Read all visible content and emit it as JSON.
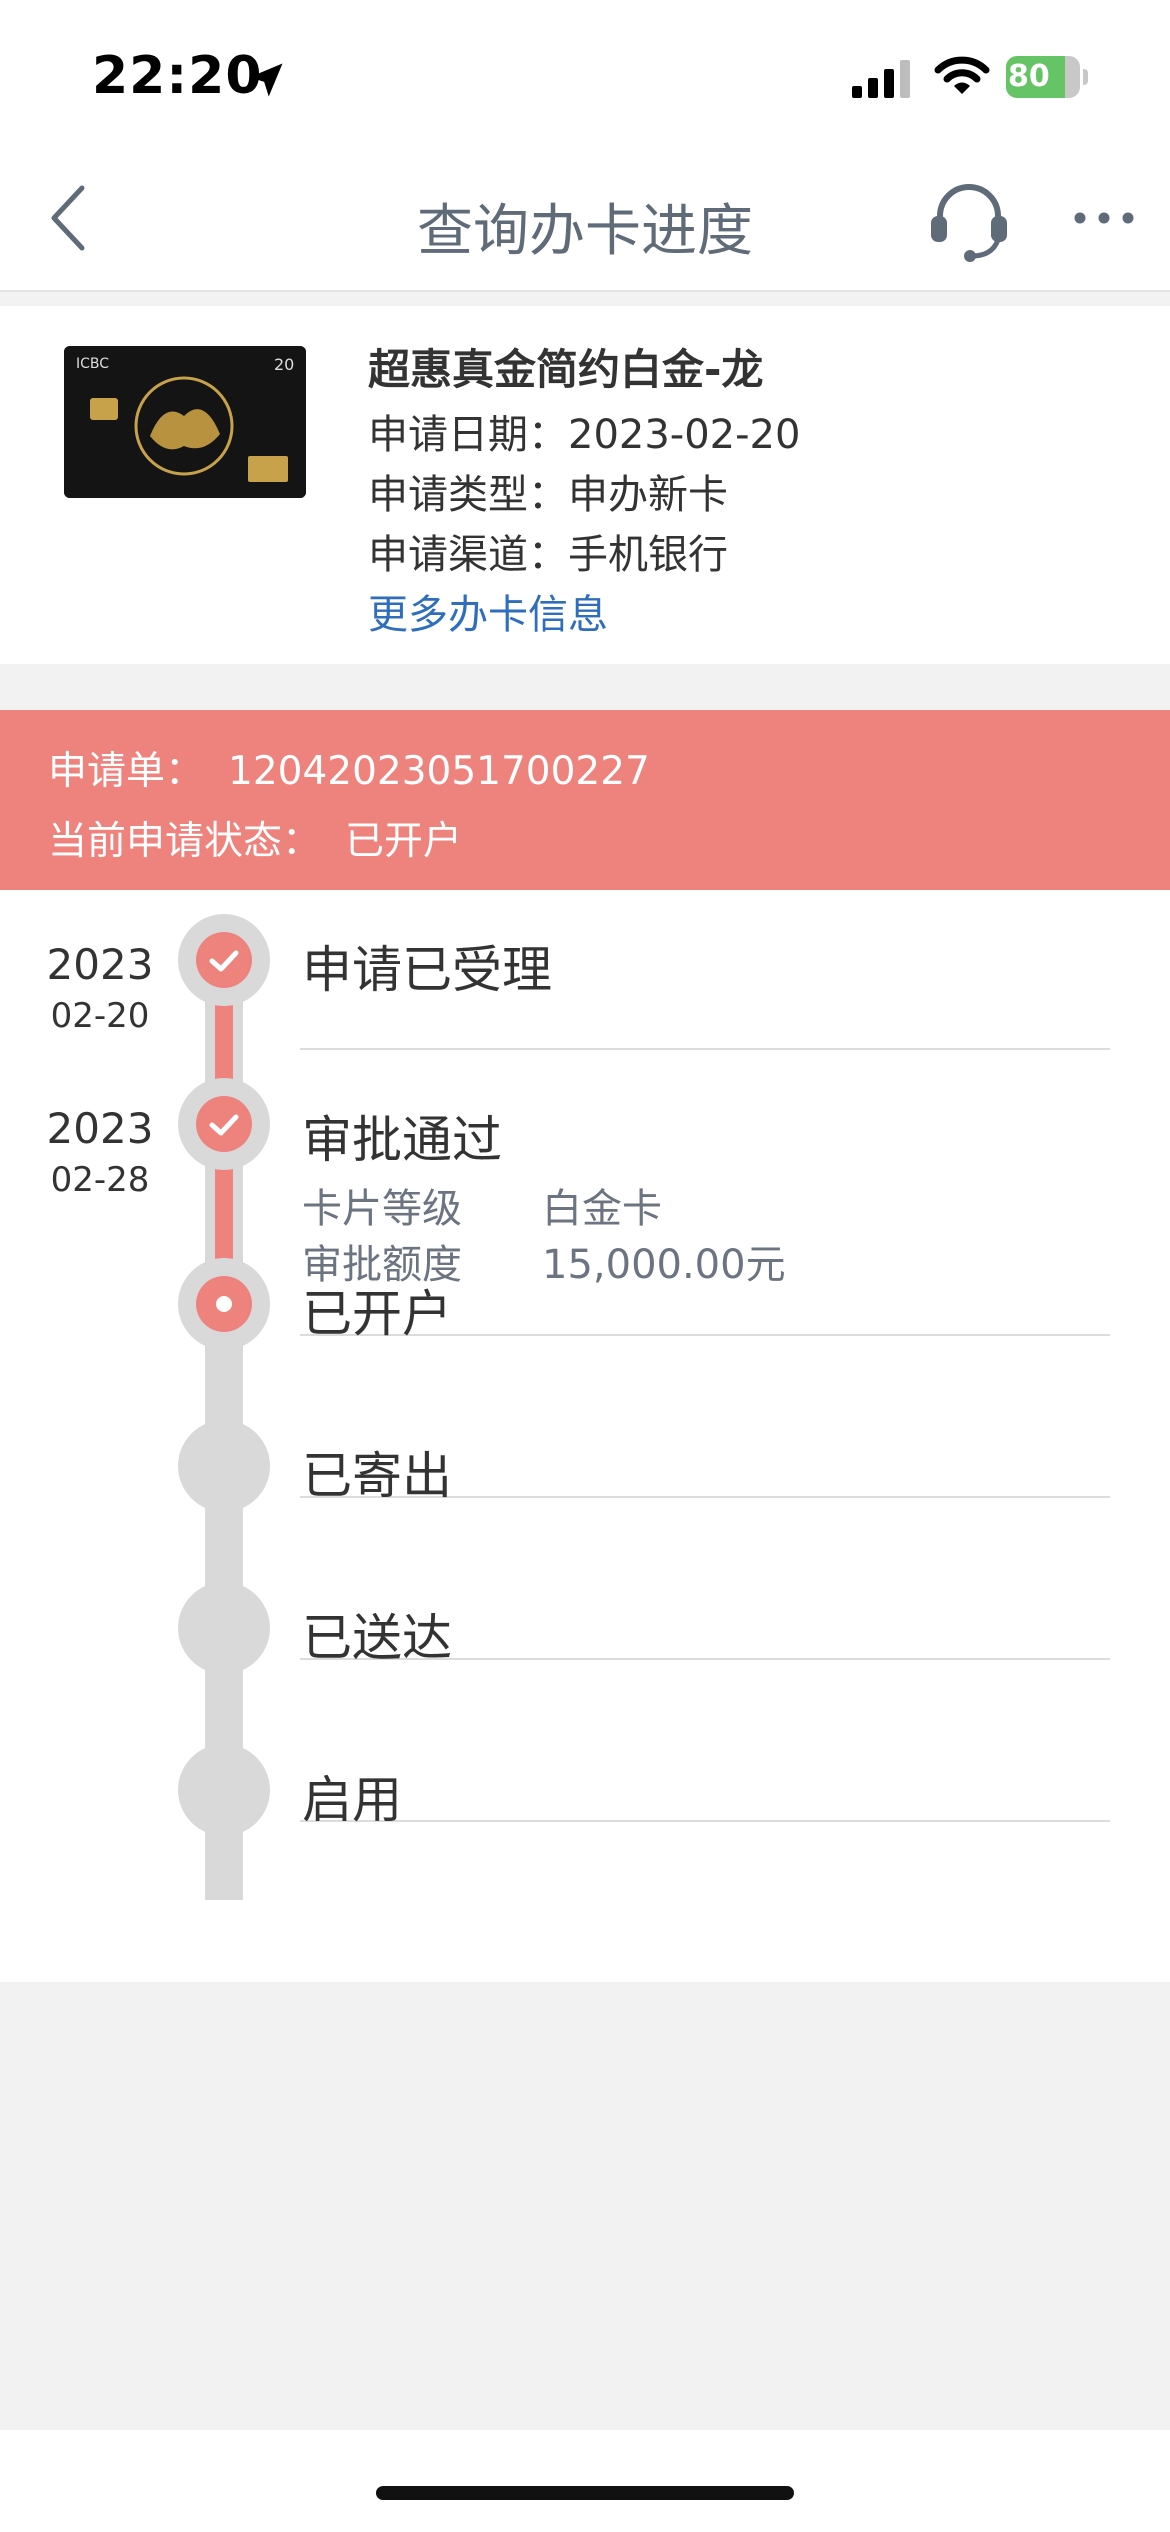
{
  "status_bar": {
    "time": "22:20",
    "battery": "80",
    "battery_level": 0.8
  },
  "nav": {
    "title": "查询办卡进度"
  },
  "card": {
    "name": "超惠真金简约白金-龙",
    "apply_date": "申请日期：2023-02-20",
    "apply_type": "申请类型：申办新卡",
    "apply_channel": "申请渠道：手机银行",
    "more_link": "更多办卡信息",
    "card_brand_text": "ICBC",
    "card_number_text": "20"
  },
  "status": {
    "order_label": "申请单：",
    "order_number": "12042023051700227",
    "state_label": "当前申请状态：",
    "state_value": "已开户"
  },
  "steps": [
    {
      "label": "申请已受理",
      "year": "2023",
      "md": "02-20",
      "state": "done"
    },
    {
      "label": "审批通过",
      "year": "2023",
      "md": "02-28",
      "state": "done",
      "details": [
        {
          "key": "卡片等级",
          "value": "白金卡"
        },
        {
          "key": "审批额度",
          "value": "15,000.00元"
        }
      ]
    },
    {
      "label": "已开户",
      "state": "current"
    },
    {
      "label": "已寄出",
      "state": "pending"
    },
    {
      "label": "已送达",
      "state": "pending"
    },
    {
      "label": "启用",
      "state": "pending"
    }
  ],
  "colors": {
    "accent": "#ee827d",
    "link": "#2f6ebc",
    "inactive": "#d9d9d9"
  }
}
